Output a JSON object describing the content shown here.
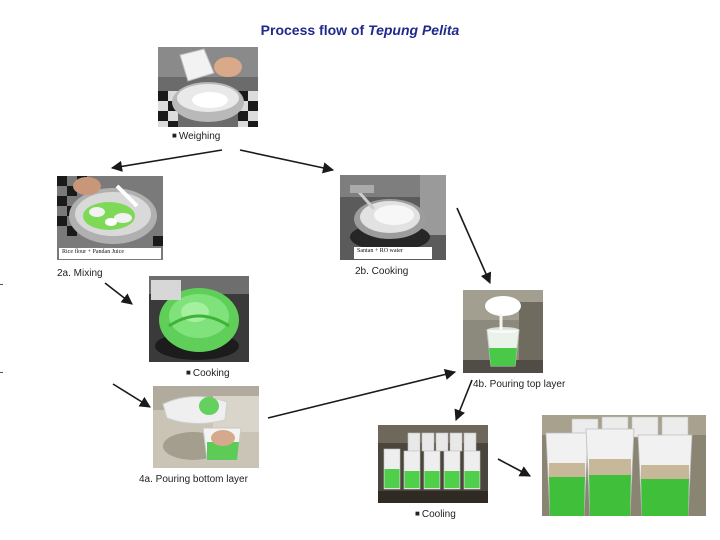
{
  "title": {
    "prefix": "Process flow of ",
    "italic": "Tepung Pelita"
  },
  "steps": {
    "weighing": "Weighing",
    "mixing": "2a. Mixing",
    "cooking_2b": "2b. Cooking",
    "cooking": "Cooking",
    "pour_top": "4b. Pouring top layer",
    "pour_bottom": "4a. Pouring bottom layer",
    "cooling": "Cooling"
  },
  "photo_labels": {
    "mixing": "Rice flour + Pandan Juice",
    "cooking": "Santan + RO water"
  }
}
